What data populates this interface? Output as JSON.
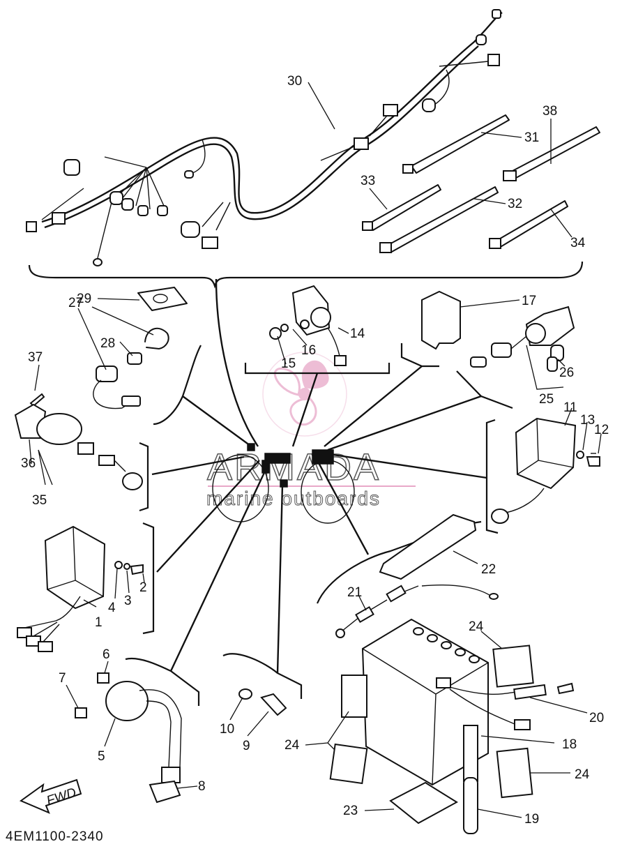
{
  "diagram": {
    "code": "4EM1100-2340",
    "direction_label": "FWD",
    "watermark": {
      "brand": "ARMADA",
      "tagline": "marine outboards",
      "color": "#e8a8c8"
    },
    "part_numbers": [
      "30",
      "31",
      "38",
      "33",
      "32",
      "34",
      "29",
      "14",
      "17",
      "27",
      "28",
      "16",
      "15",
      "26",
      "25",
      "37",
      "11",
      "13",
      "12",
      "36",
      "35",
      "22",
      "1",
      "4",
      "3",
      "2",
      "21",
      "24",
      "6",
      "7",
      "5",
      "10",
      "9",
      "20",
      "18",
      "8",
      "23",
      "19"
    ]
  }
}
